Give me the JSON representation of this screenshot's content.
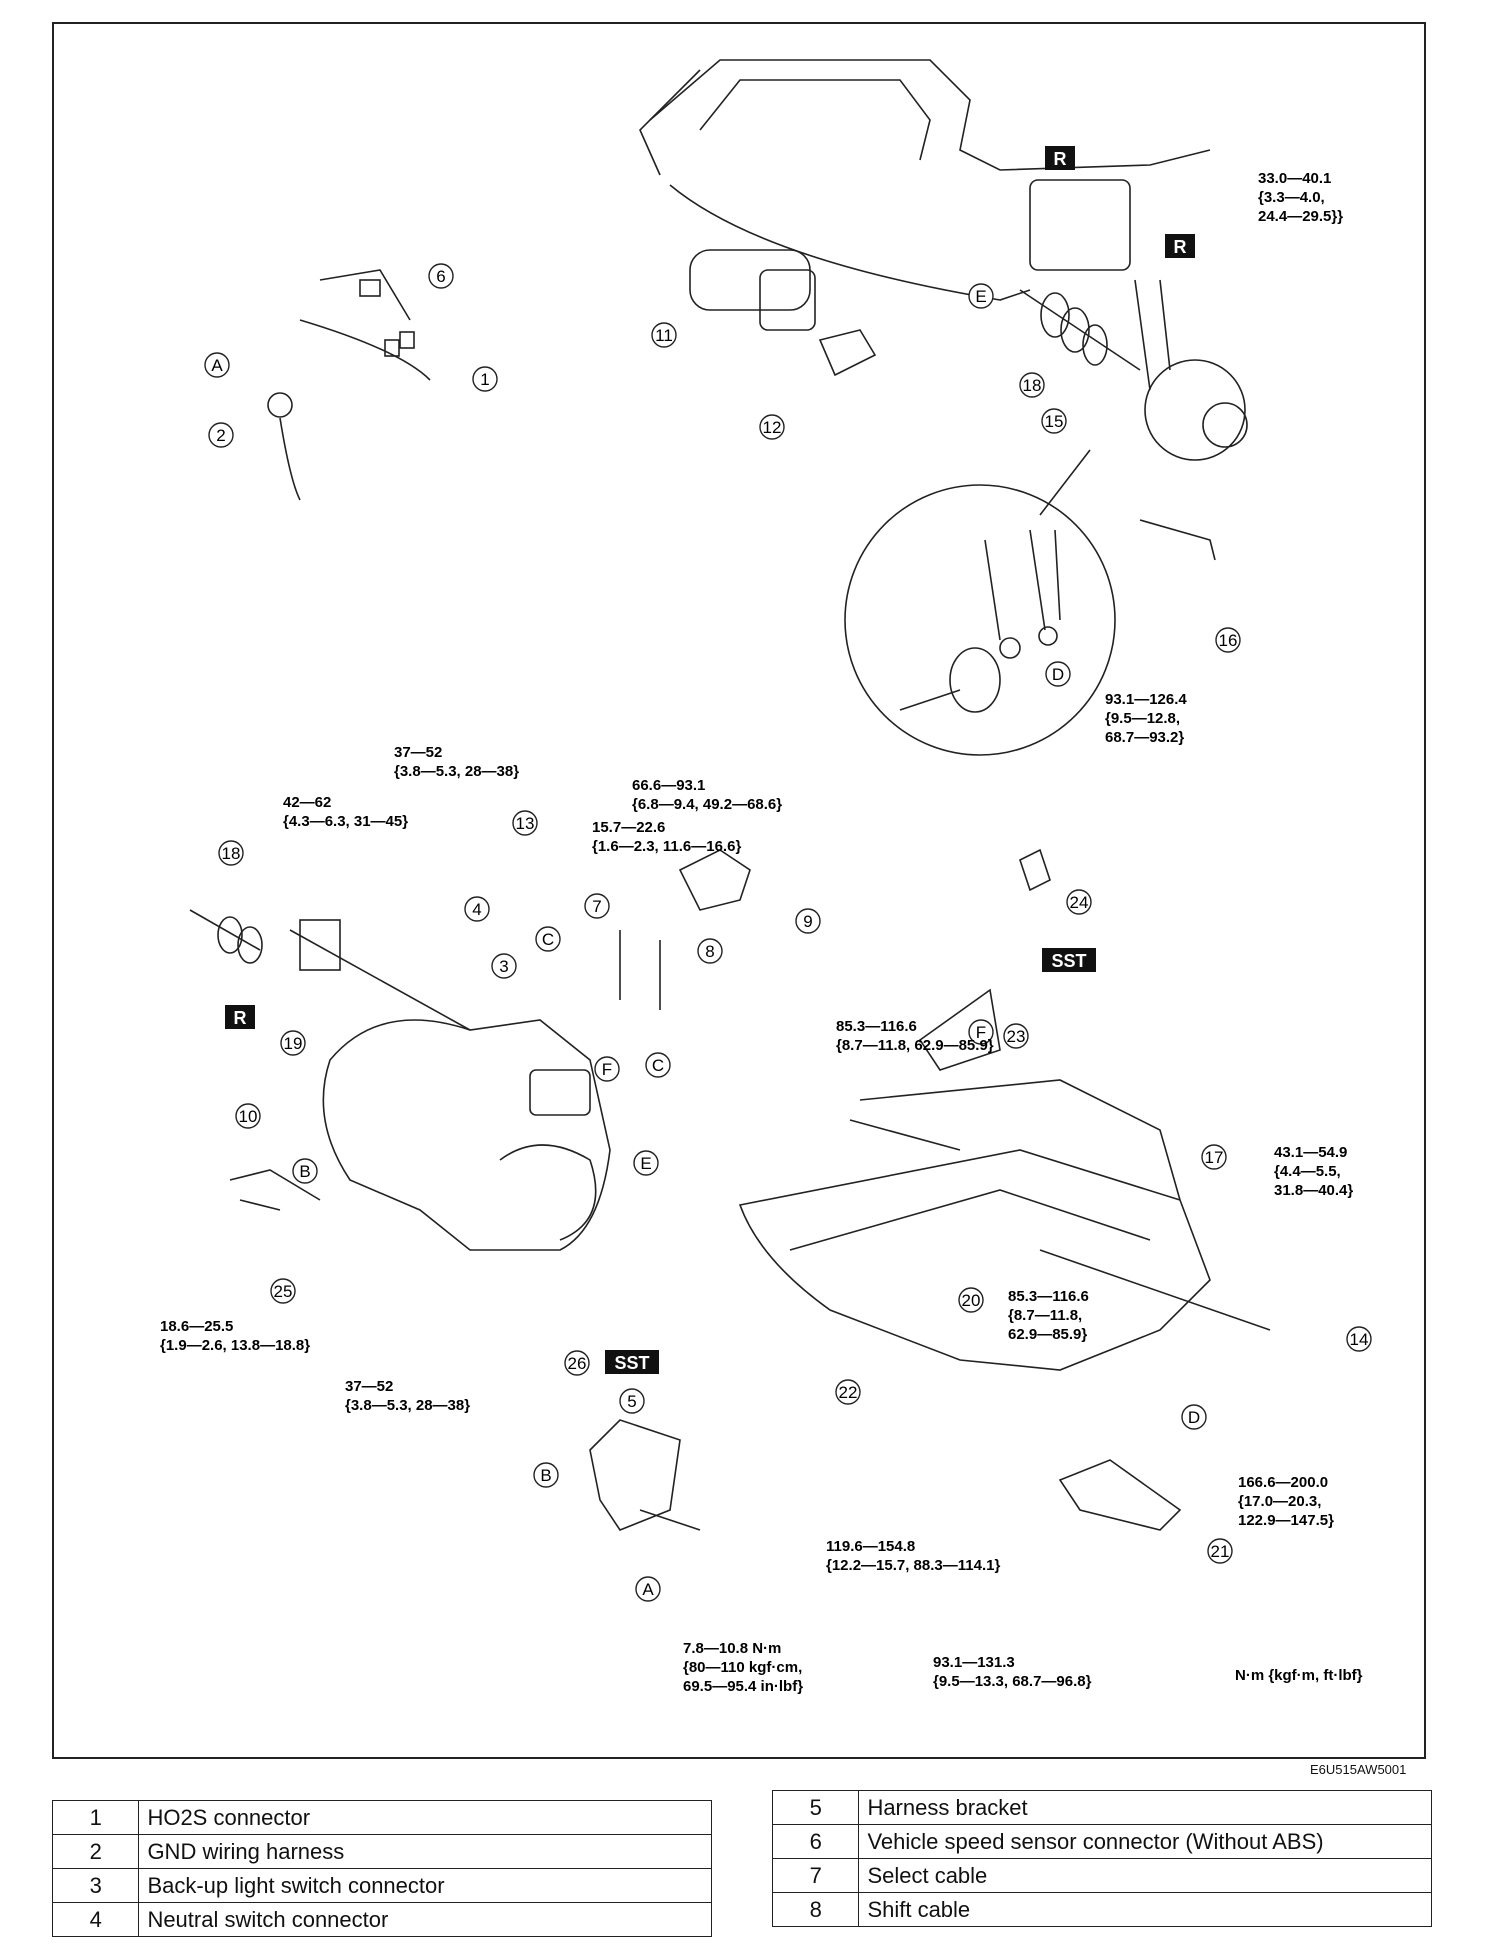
{
  "figure_code": "E6U515AW5001",
  "units_note": "N·m {kgf·m, ft·lbf}",
  "torques": {
    "t1": [
      "33.0—40.1",
      "{3.3—4.0,",
      "24.4—29.5}}"
    ],
    "t2": [
      "93.1—126.4",
      "{9.5—12.8,",
      "68.7—93.2}"
    ],
    "t3": [
      "37—52",
      "{3.8—5.3, 28—38}"
    ],
    "t4": [
      "42—62",
      "{4.3—6.3, 31—45}"
    ],
    "t5": [
      "66.6—93.1",
      "{6.8—9.4, 49.2—68.6}"
    ],
    "t6": [
      "15.7—22.6",
      "{1.6—2.3, 11.6—16.6}"
    ],
    "t7": [
      "85.3—116.6",
      "{8.7—11.8, 62.9—85.9}"
    ],
    "t8": [
      "43.1—54.9",
      "{4.4—5.5,",
      "31.8—40.4}"
    ],
    "t9": [
      "85.3—116.6",
      "{8.7—11.8,",
      "62.9—85.9}"
    ],
    "t10": [
      "18.6—25.5",
      "{1.9—2.6, 13.8—18.8}"
    ],
    "t11": [
      "37—52",
      "{3.8—5.3, 28—38}"
    ],
    "t12": [
      "166.6—200.0",
      "{17.0—20.3,",
      "122.9—147.5}"
    ],
    "t13": [
      "119.6—154.8",
      "{12.2—15.7, 88.3—114.1}"
    ],
    "t14": [
      "7.8—10.8 N·m",
      "{80—110 kgf·cm,",
      "69.5—95.4 in·lbf}"
    ],
    "t15": [
      "93.1—131.3",
      "{9.5—13.3, 68.7—96.8}"
    ]
  },
  "tags": {
    "r": "R",
    "sst": "SST"
  },
  "letters": {
    "a": "A",
    "b": "B",
    "c": "C",
    "d": "D",
    "e": "E",
    "f": "F"
  },
  "numbers": [
    "1",
    "2",
    "3",
    "4",
    "5",
    "6",
    "7",
    "8",
    "9",
    "10",
    "11",
    "12",
    "13",
    "14",
    "15",
    "16",
    "17",
    "18",
    "19",
    "20",
    "21",
    "22",
    "23",
    "24",
    "25",
    "26"
  ],
  "legend_left": [
    {
      "num": "1",
      "label": "HO2S connector"
    },
    {
      "num": "2",
      "label": "GND wiring harness"
    },
    {
      "num": "3",
      "label": "Back-up light switch connector"
    },
    {
      "num": "4",
      "label": "Neutral switch connector"
    }
  ],
  "legend_right": [
    {
      "num": "5",
      "label": "Harness bracket"
    },
    {
      "num": "6",
      "label": "Vehicle speed sensor connector (Without ABS)"
    },
    {
      "num": "7",
      "label": "Select cable"
    },
    {
      "num": "8",
      "label": "Shift cable"
    }
  ]
}
